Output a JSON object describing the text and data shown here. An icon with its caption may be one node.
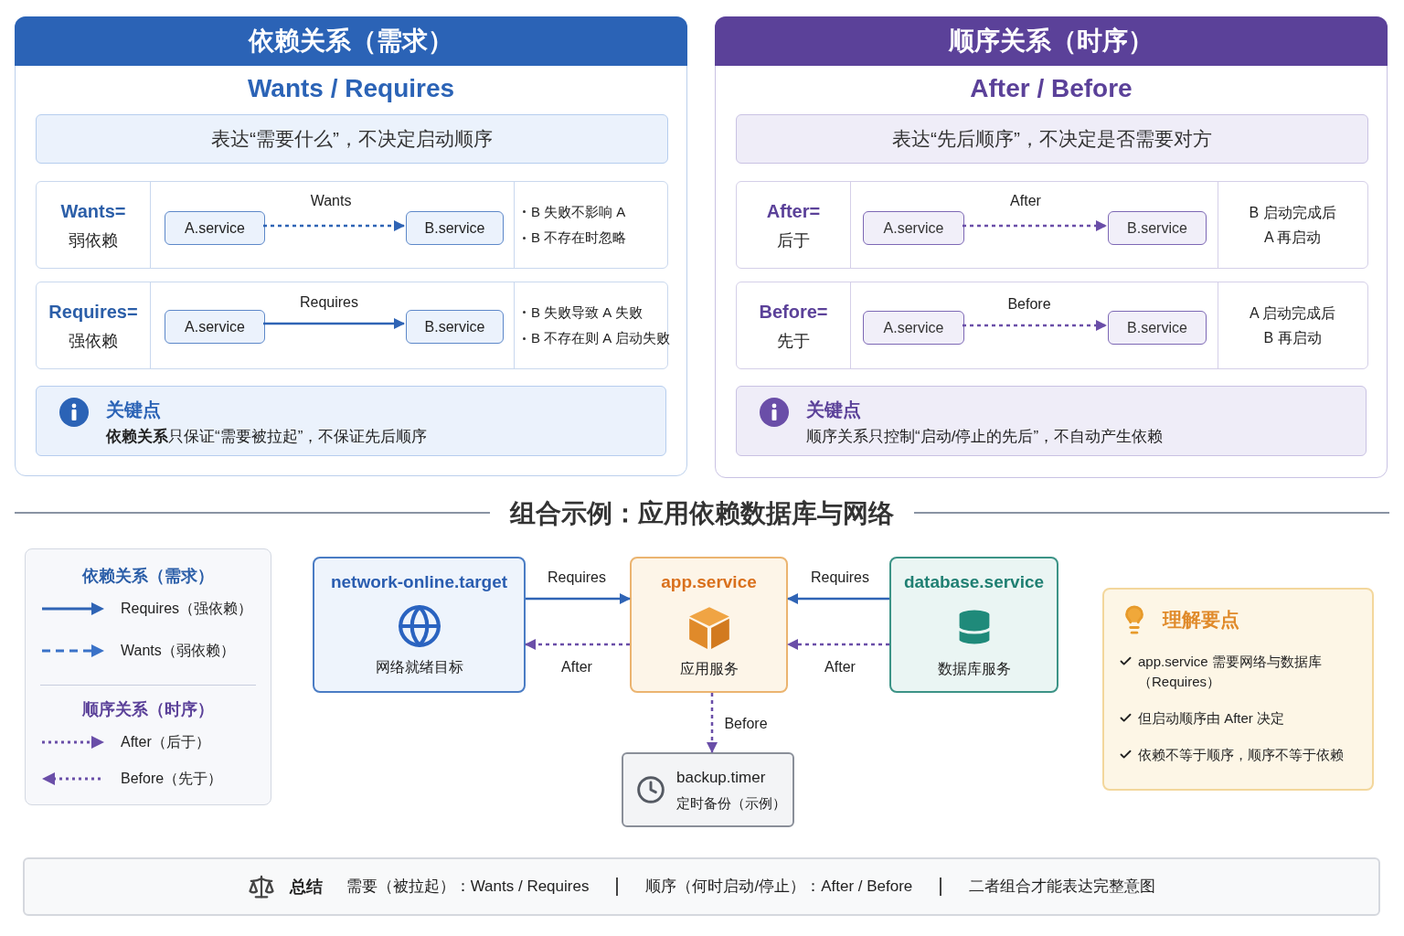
{
  "diagram": {
    "nodes": [
      {
        "text": [
          "依赖关系（需求）",
          "Wants / Requires"
        ]
      },
      {
        "text": [
          "表达“需要什么”，不决定启动顺序"
        ],
        "in": 0
      },
      {
        "text": [
          "Wants=",
          "弱依赖",
          "B 失败不影响 A",
          "B 不存在时忽略"
        ],
        "in": 0
      },
      {
        "text": [
          "A.service"
        ],
        "in": 2
      },
      {
        "text": [
          "B.service"
        ],
        "in": 2
      },
      {
        "text": [
          "Requires=",
          "强依赖",
          "B 失败导致 A 失败",
          "B 不存在则 A 启动失败"
        ],
        "in": 0
      },
      {
        "text": [
          "A.service"
        ],
        "in": 5
      },
      {
        "text": [
          "B.service"
        ],
        "in": 5
      },
      {
        "text": [
          "关键点",
          "**依赖关系**只保证“需要被拉起”，不保证先后顺序"
        ],
        "in": 0
      },
      {
        "text": [
          "顺序关系（时序）",
          "After / Before"
        ]
      },
      {
        "text": [
          "表达“先后顺序”，不决定是否需要对方"
        ],
        "in": 9
      },
      {
        "text": [
          "After=",
          "后于",
          "B 启动完成后 A 再启动"
        ],
        "in": 9
      },
      {
        "text": [
          "A.service"
        ],
        "in": 11
      },
      {
        "text": [
          "B.service"
        ],
        "in": 11
      },
      {
        "text": [
          "Before=",
          "先于",
          "A 启动完成后 B 再启动"
        ],
        "in": 9
      },
      {
        "text": [
          "A.service"
        ],
        "in": 14
      },
      {
        "text": [
          "B.service"
        ],
        "in": 14
      },
      {
        "text": [
          "关键点",
          "顺序关系只控制“启动/停止的先后”，不自动产生依赖"
        ],
        "in": 9
      },
      {
        "text": [
          "network-online.target",
          "网络就绪目标"
        ]
      },
      {
        "text": [
          "app.service",
          "应用服务"
        ]
      },
      {
        "text": [
          "database.service",
          "数据库服务"
        ]
      },
      {
        "text": [
          "backup.timer",
          "定时备份（示例）"
        ]
      },
      {
        "text": [
          "理解要点",
          "app.service 需要网络与数据库（Requires）",
          "但启动顺序由 After 决定",
          "依赖不等于顺序，顺序不等于依赖"
        ]
      },
      {
        "text": [
          "总结",
          "需要（被拉起）：Wants / Requires",
          "顺序（何时启动/停止）：After / Before",
          "二者组合才能表达完整意图"
        ]
      }
    ],
    "edges": [
      {
        "from": 3,
        "to": 4,
        "arrow": "to",
        "label": "Wants",
        "style": "dashed",
        "color": "#2f64b5"
      },
      {
        "from": 6,
        "to": 7,
        "arrow": "to",
        "label": "Requires",
        "color": "#2f64b5"
      },
      {
        "from": 12,
        "to": 13,
        "arrow": "to",
        "label": "After",
        "style": "dashed",
        "color": "#6a4ea8"
      },
      {
        "from": 15,
        "to": 16,
        "arrow": "to",
        "label": "Before",
        "style": "dashed",
        "color": "#6a4ea8"
      },
      {
        "from": 18,
        "to": 19,
        "arrow": "to",
        "label": "Requires",
        "color": "#2f64b5"
      },
      {
        "from": 19,
        "to": 18,
        "arrow": "to",
        "label": "After",
        "style": "dashed",
        "color": "#6a4ea8"
      },
      {
        "from": 20,
        "to": 19,
        "arrow": "to",
        "label": "Requires",
        "color": "#2f64b5"
      },
      {
        "from": 20,
        "to": 19,
        "arrow": "to",
        "label": "After",
        "style": "dashed",
        "color": "#6a4ea8"
      },
      {
        "from": 19,
        "to": 21,
        "arrow": "to",
        "label": "Before",
        "style": "dashed",
        "color": "#6a4ea8"
      }
    ],
    "labels": [
      "组合示例：应用依赖数据库与网络",
      "依赖关系（需求）",
      "顺序关系（时序）"
    ],
    "legend": [
      {
        "text": "Requires（强依赖）"
      },
      {
        "text": "Wants（弱依赖）"
      },
      {
        "text": "After（后于）"
      },
      {
        "text": "Before（先于）"
      }
    ]
  }
}
